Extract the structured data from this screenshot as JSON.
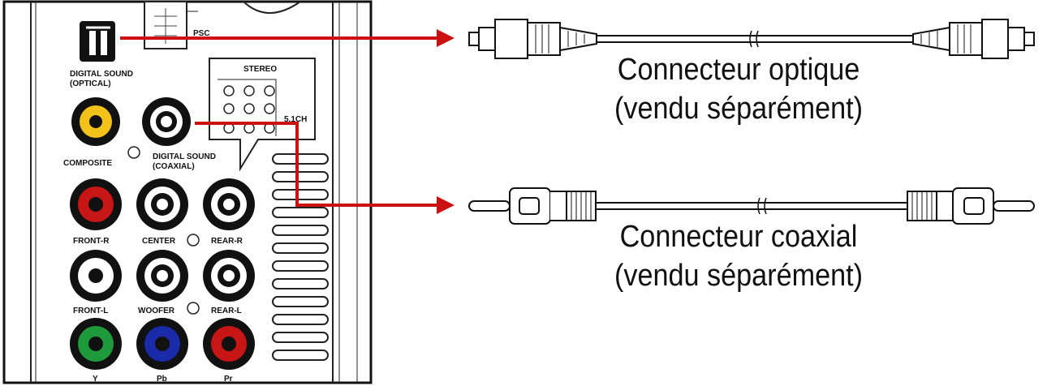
{
  "panel": {
    "labels": {
      "digital_sound_optical_1": "DIGITAL SOUND",
      "digital_sound_optical_2": "(OPTICAL)",
      "composite": "COMPOSITE",
      "digital_sound_coaxial_1": "DIGITAL SOUND",
      "digital_sound_coaxial_2": "(COAXIAL)",
      "stereo": "STEREO",
      "ch51": "5.1CH",
      "front_r": "FRONT-R",
      "center": "CENTER",
      "rear_r": "REAR-R",
      "front_l": "FRONT-L",
      "woofer": "WOOFER",
      "rear_l": "REAR-L",
      "y": "Y",
      "pb": "Pb",
      "pr": "Pr",
      "top_partial": "PSC"
    }
  },
  "cables": {
    "optical": {
      "line1": "Connecteur optique",
      "line2": "(vendu séparément)"
    },
    "coaxial": {
      "line1": "Connecteur coaxial",
      "line2": "(vendu séparément)"
    }
  },
  "colors": {
    "arrow": "#cc1111",
    "jack_yellow": "#f3c21a",
    "jack_red": "#c81616",
    "jack_green": "#1f9a3a",
    "jack_blue": "#1a2aa8",
    "jack_white": "#ffffff",
    "line": "#111111"
  }
}
